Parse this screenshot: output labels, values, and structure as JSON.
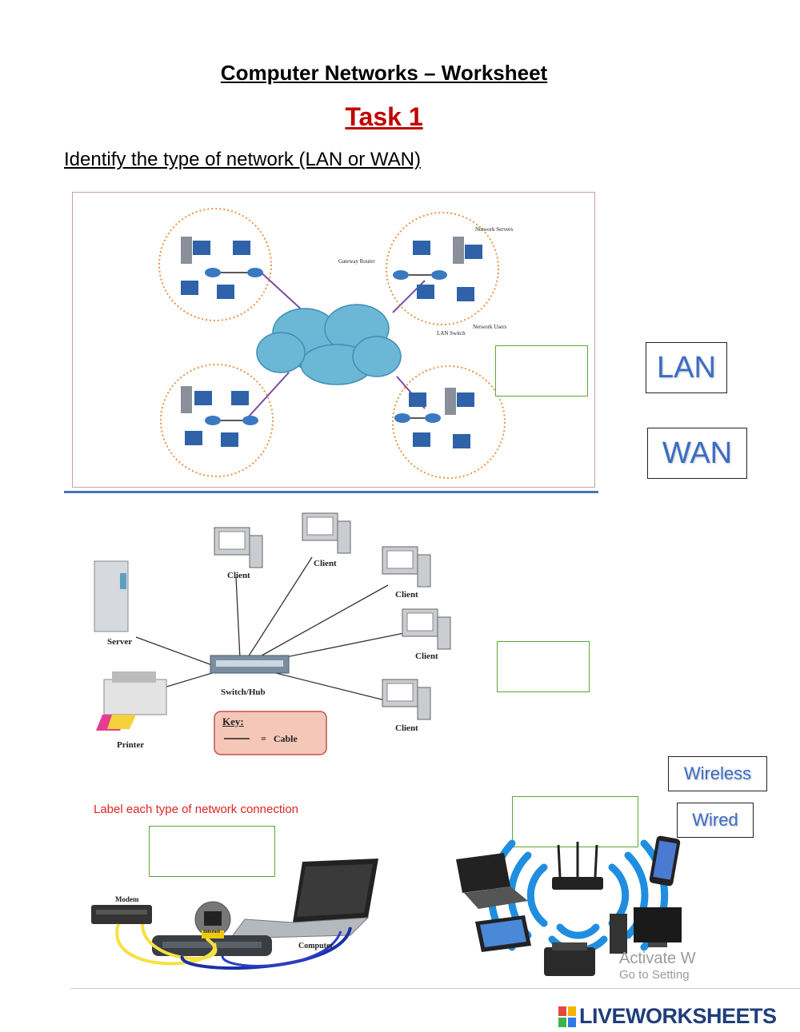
{
  "worksheet": {
    "title": "Computer Networks – Worksheet",
    "task": "Task 1",
    "instruction": "Identify the type of network (LAN or WAN)"
  },
  "diagram1": {
    "gateway_router": "Gateway Router",
    "network_servers": "Network Servers",
    "lan_switch": "LAN Switch",
    "network_users": "Network Users"
  },
  "diagram2": {
    "server": "Server",
    "printer": "Printer",
    "switch": "Switch/Hub",
    "clients": [
      "Client",
      "Client",
      "Client",
      "Client",
      "Client"
    ],
    "key_title": "Key:",
    "key_text": "=   Cable"
  },
  "diagram3": {
    "instruction": "Label each type of network connection",
    "modem": "Modem",
    "internet": "Internet",
    "computer": "Computer"
  },
  "word_bank": {
    "lan": "LAN",
    "wan": "WAN",
    "wireless": "Wireless",
    "wired": "Wired"
  },
  "watermark": {
    "line1": "Activate W",
    "line2": "Go to Setting"
  },
  "brand": {
    "name": "LIVEWORKSHEETS",
    "color": "#1f3e7a"
  }
}
